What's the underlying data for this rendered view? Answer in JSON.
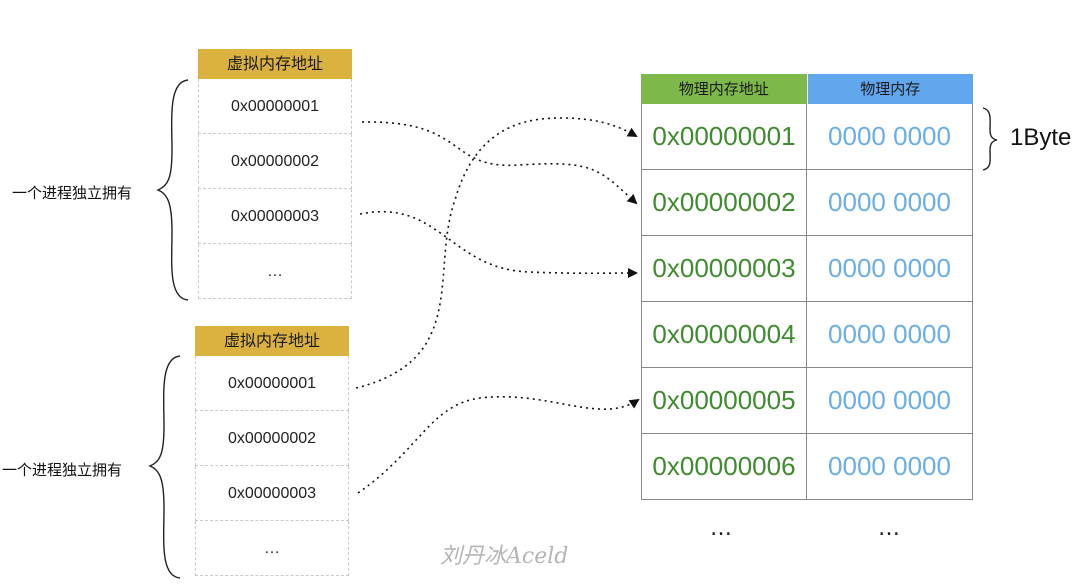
{
  "process_tables": [
    {
      "header": "虚拟内存地址",
      "rows": [
        "0x00000001",
        "0x00000002",
        "0x00000003",
        "…"
      ],
      "label": "一个进程独立拥有"
    },
    {
      "header": "虚拟内存地址",
      "rows": [
        "0x00000001",
        "0x00000002",
        "0x00000003",
        "…"
      ],
      "label": "一个进程独立拥有"
    }
  ],
  "physical_table": {
    "addr_header": "物理内存地址",
    "mem_header": "物理内存",
    "rows": [
      {
        "addr": "0x00000001",
        "mem": "0000 0000"
      },
      {
        "addr": "0x00000002",
        "mem": "0000 0000"
      },
      {
        "addr": "0x00000003",
        "mem": "0000 0000"
      },
      {
        "addr": "0x00000004",
        "mem": "0000 0000"
      },
      {
        "addr": "0x00000005",
        "mem": "0000 0000"
      },
      {
        "addr": "0x00000006",
        "mem": "0000 0000"
      }
    ],
    "addr_ellipsis": "…",
    "mem_ellipsis": "…"
  },
  "byte_label": "1Byte",
  "watermark": "刘丹冰Aceld",
  "colors": {
    "virtual_header": "#dbb23f",
    "physical_addr_header": "#7cb84a",
    "physical_mem_header": "#62a7ee",
    "physical_addr_text": "#3f8c2f",
    "physical_mem_text": "#6aaee8"
  }
}
